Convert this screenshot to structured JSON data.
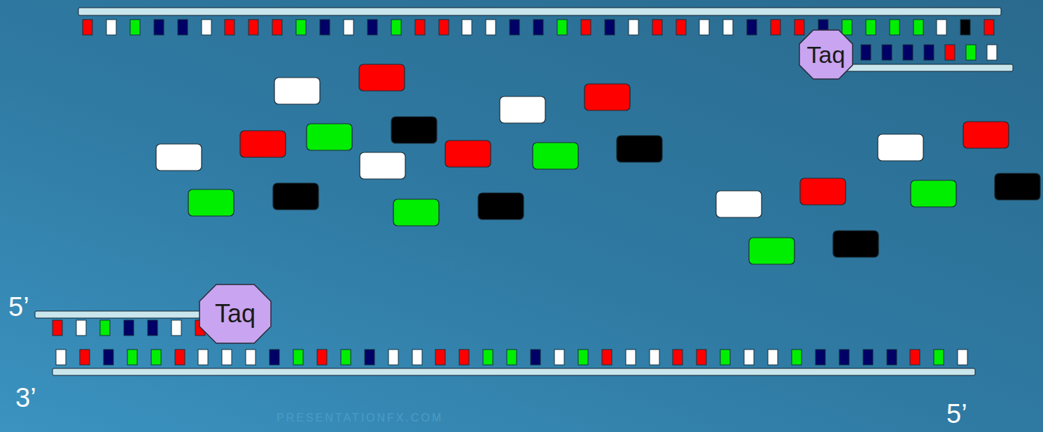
{
  "diagram": {
    "nodes": [
      {
        "text": [
          "Taq"
        ]
      },
      {
        "text": [
          "Taq"
        ]
      }
    ],
    "labels": [
      "5’",
      "3’",
      "5’",
      "PRESENTATIONFX.COM"
    ]
  }
}
